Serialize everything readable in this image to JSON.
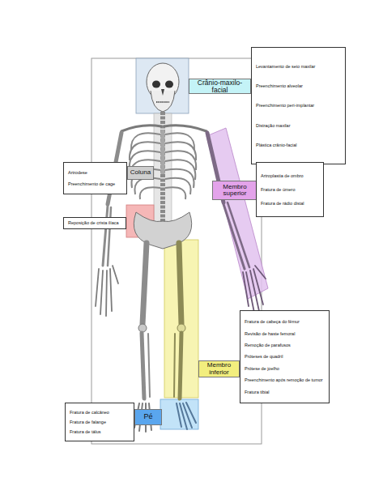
{
  "diagram": {
    "nodes": [
      {
        "text": [
          "Crânio-maxilo-facial"
        ]
      },
      {
        "text": [
          "Levantamento de seio maxilar",
          "Preenchimento alveolar",
          "Preenchimento peri-implantar",
          "Distração maxilar",
          "Plástica crânio-facial"
        ]
      },
      {
        "text": [
          "Artrodese",
          "Preenchimento de cage"
        ]
      },
      {
        "text": [
          "Coluna"
        ]
      },
      {
        "text": [
          "Membro superior"
        ]
      },
      {
        "text": [
          "Artroplastia de ombro",
          "Fratura de úmero",
          "Fratura de rádio distal"
        ]
      },
      {
        "text": [
          "Reposição de crista ilíaca"
        ]
      },
      {
        "text": [
          "Fratura de cabeça do fêmur",
          "Revisão de haste femoral",
          "Remoção de parafusos",
          "Próteses de quadril",
          "Prótese de joelho",
          "Preenchimento após remoção de tumor",
          "Fratura tibial"
        ]
      },
      {
        "text": [
          "Membro inferior"
        ]
      },
      {
        "text": [
          "Fratura de calcâneo",
          "Fratura de falange",
          "Fratura de tálus"
        ]
      },
      {
        "text": [
          "Pé"
        ]
      }
    ]
  }
}
